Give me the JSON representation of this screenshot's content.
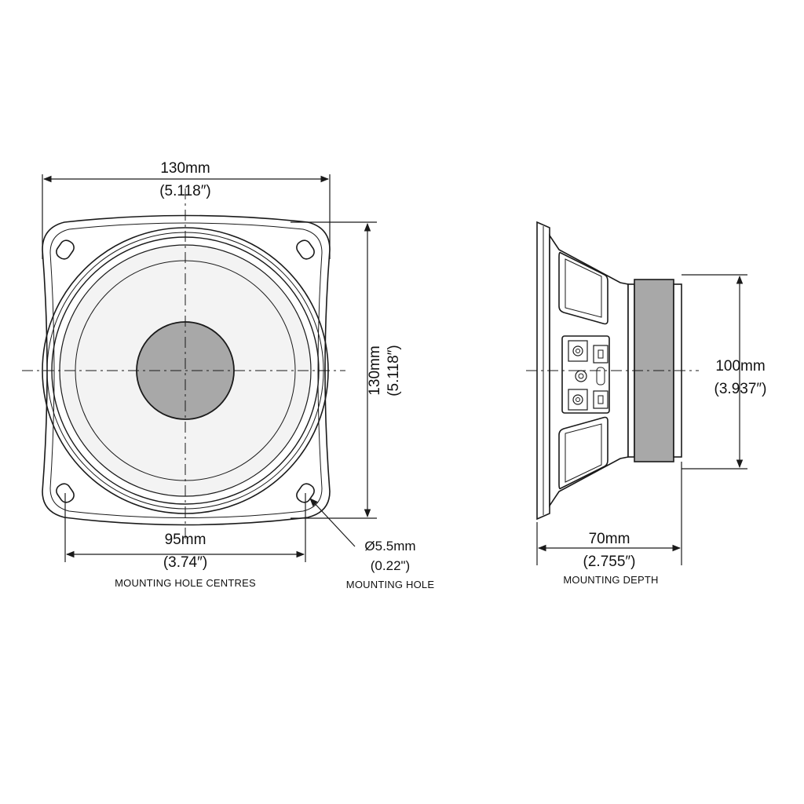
{
  "front_view": {
    "width": {
      "metric": "130mm",
      "imperial": "(5.118″)"
    },
    "height": {
      "metric": "130mm",
      "imperial": "(5.118″)"
    },
    "hole_spacing": {
      "metric": "95mm",
      "imperial": "(3.74″)",
      "caption": "MOUNTING HOLE CENTRES"
    },
    "hole_diameter": {
      "metric": "Ø5.5mm",
      "imperial": "(0.22\")",
      "caption": "MOUNTING HOLE"
    }
  },
  "side_view": {
    "magnet_diameter": {
      "metric": "100mm",
      "imperial": "(3.937″)"
    },
    "depth": {
      "metric": "70mm",
      "imperial": "(2.755″)",
      "caption": "MOUNTING DEPTH"
    }
  },
  "colors": {
    "line": "#1a1a1a",
    "cone_fill": "#f3f3f3",
    "dustcap_fill": "#a8a8a8",
    "magnet_fill": "#a8a8a8"
  }
}
